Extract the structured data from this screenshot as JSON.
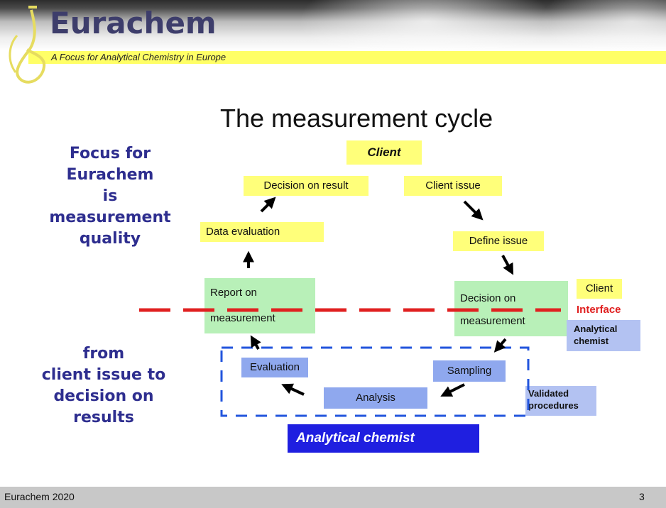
{
  "header": {
    "brand": "Eurachem",
    "tagline": "A Focus for Analytical Chemistry in Europe"
  },
  "slide": {
    "title": "The measurement cycle",
    "side_text_top": [
      "Focus for",
      "Eurachem",
      "is",
      "measurement",
      "quality"
    ],
    "side_text_bottom": [
      "from",
      "client issue to",
      "decision on",
      "results"
    ]
  },
  "diagram": {
    "client_label": "Client",
    "decision_on_result": "Decision on result",
    "client_issue": "Client issue",
    "data_evaluation": "Data evaluation",
    "define_issue": "Define issue",
    "report_on_measurement": [
      "Report on",
      "measurement"
    ],
    "decision_on_measurement": [
      "Decision on",
      "measurement"
    ],
    "client_interface_client": "Client",
    "client_interface_interface": "Interface",
    "analytical_chemist_right": [
      "Analytical",
      "chemist"
    ],
    "evaluation": "Evaluation",
    "sampling": "Sampling",
    "analysis": "Analysis",
    "validated_procedures": [
      "Validated",
      "procedures"
    ],
    "analytical_chemist_bottom": "Analytical chemist"
  },
  "footer": {
    "left": "Eurachem 2020",
    "page_number": "3"
  },
  "colors": {
    "yellow": "#ffff7a",
    "green": "#b8f0b8",
    "blue_box": "#8fa8ee",
    "deep_blue": "#1f1fe0",
    "side_text": "#2e2e8f",
    "interface_line": "#e02020",
    "dashed_blue": "#2255dd"
  }
}
